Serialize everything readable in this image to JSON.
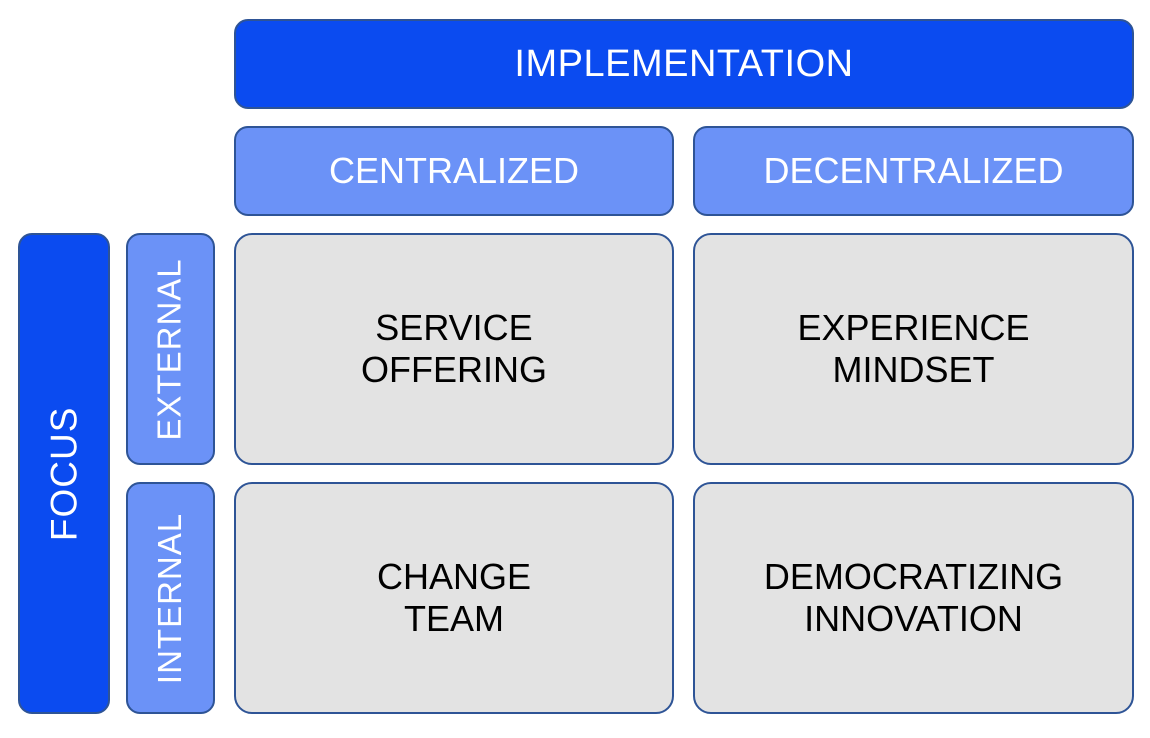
{
  "matrix": {
    "title": "IMPLEMENTATION",
    "row_axis_label": "FOCUS",
    "columns": [
      {
        "id": "centralized",
        "label": "CENTRALIZED"
      },
      {
        "id": "decentralized",
        "label": "DECENTRALIZED"
      }
    ],
    "rows": [
      {
        "id": "external",
        "label": "EXTERNAL"
      },
      {
        "id": "internal",
        "label": "INTERNAL"
      }
    ],
    "cells": [
      {
        "id": "service-offering",
        "row": "EXTERNAL",
        "column": "CENTRALIZED",
        "line1": "SERVICE",
        "line2": "OFFERING"
      },
      {
        "id": "experience-mindset",
        "row": "EXTERNAL",
        "column": "DECENTRALIZED",
        "line1": "EXPERIENCE",
        "line2": "MINDSET"
      },
      {
        "id": "change-team",
        "row": "INTERNAL",
        "column": "CENTRALIZED",
        "line1": "CHANGE",
        "line2": "TEAM"
      },
      {
        "id": "democratizing-innovation",
        "row": "INTERNAL",
        "column": "DECENTRALIZED",
        "line1": "DEMOCRATIZING",
        "line2": "INNOVATION"
      }
    ]
  },
  "colors": {
    "title_fill": "#0b4bf0",
    "header_fill": "#6b92f7",
    "cell_fill": "#e3e3e3",
    "border": "#2e5496",
    "header_text": "#ffffff",
    "cell_text": "#000000",
    "background": "#ffffff"
  }
}
